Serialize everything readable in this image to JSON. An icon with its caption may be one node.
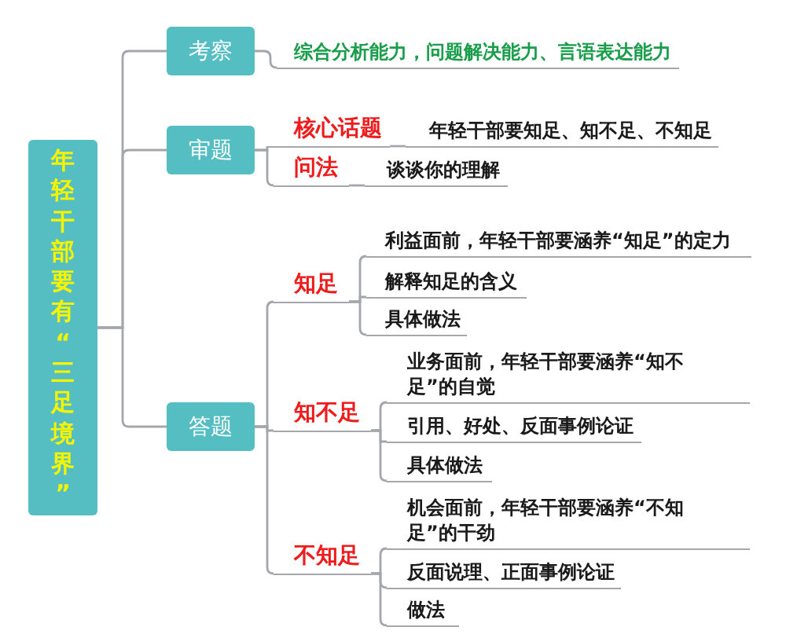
{
  "diagram": {
    "nodes": [
      {
        "text": [
          "年轻干部要有“三足境界”"
        ]
      },
      {
        "text": [
          "考察"
        ]
      },
      {
        "text": [
          "审题"
        ]
      },
      {
        "text": [
          "答题"
        ]
      },
      {
        "text": [
          "综合分析能力，问题解决能力、言语表达能力"
        ]
      },
      {
        "text": [
          "核心话题"
        ]
      },
      {
        "text": [
          "年轻干部要知足、知不足、不知足"
        ]
      },
      {
        "text": [
          "问法"
        ]
      },
      {
        "text": [
          "谈谈你的理解"
        ]
      },
      {
        "text": [
          "知足"
        ]
      },
      {
        "text": [
          "利益面前，年轻干部要涵养“知足”的定力"
        ]
      },
      {
        "text": [
          "解释知足的含义"
        ]
      },
      {
        "text": [
          "具体做法"
        ]
      },
      {
        "text": [
          "知不足"
        ]
      },
      {
        "text": [
          "业务面前，年轻干部要涵养“知不足”的自觉"
        ]
      },
      {
        "text": [
          "引用、好处、反面事例论证"
        ]
      },
      {
        "text": [
          "具体做法"
        ]
      },
      {
        "text": [
          "不知足"
        ]
      },
      {
        "text": [
          "机会面前，年轻干部要涵养“不知足”的干劲"
        ]
      },
      {
        "text": [
          "反面说理、正面事例论证"
        ]
      },
      {
        "text": [
          "做法"
        ]
      }
    ],
    "edges": [
      {
        "from": 0,
        "to": 1,
        "arrow": "none"
      },
      {
        "from": 0,
        "to": 2,
        "arrow": "none"
      },
      {
        "from": 0,
        "to": 3,
        "arrow": "none"
      },
      {
        "from": 1,
        "to": 4,
        "arrow": "none"
      },
      {
        "from": 2,
        "to": 5,
        "arrow": "none"
      },
      {
        "from": 5,
        "to": 6,
        "arrow": "none"
      },
      {
        "from": 2,
        "to": 7,
        "arrow": "none"
      },
      {
        "from": 7,
        "to": 8,
        "arrow": "none"
      },
      {
        "from": 3,
        "to": 9,
        "arrow": "none"
      },
      {
        "from": 3,
        "to": 13,
        "arrow": "none"
      },
      {
        "from": 3,
        "to": 17,
        "arrow": "none"
      },
      {
        "from": 9,
        "to": 10,
        "arrow": "none"
      },
      {
        "from": 9,
        "to": 11,
        "arrow": "none"
      },
      {
        "from": 9,
        "to": 12,
        "arrow": "none"
      },
      {
        "from": 13,
        "to": 14,
        "arrow": "none"
      },
      {
        "from": 13,
        "to": 15,
        "arrow": "none"
      },
      {
        "from": 13,
        "to": 16,
        "arrow": "none"
      },
      {
        "from": 17,
        "to": 18,
        "arrow": "none"
      },
      {
        "from": 17,
        "to": 19,
        "arrow": "none"
      },
      {
        "from": 17,
        "to": 20,
        "arrow": "none"
      }
    ]
  }
}
